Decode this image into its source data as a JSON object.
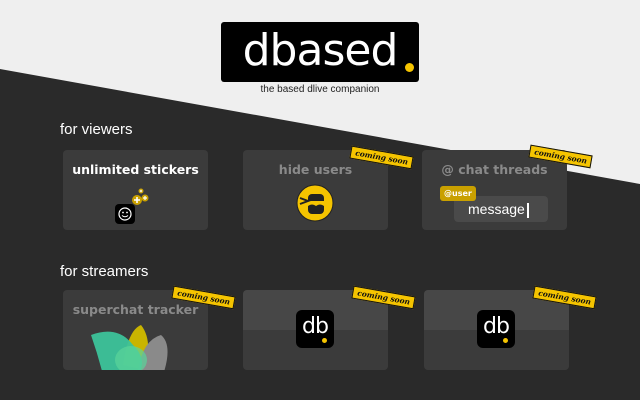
{
  "brand": {
    "name": "dbased",
    "tagline": "the based dlive companion",
    "accent": "#f5c400"
  },
  "sections": {
    "viewers": "for viewers",
    "streamers": "for streamers"
  },
  "viewer_cards": [
    {
      "title": "unlimited stickers",
      "icon": "smiley-sticker-icon",
      "coming_soon": false
    },
    {
      "title": "hide users",
      "icon": "hide-user-icon",
      "coming_soon": true
    },
    {
      "title": "@ chat threads",
      "icon": "chat-thread-icon",
      "coming_soon": true
    }
  ],
  "chat_demo": {
    "mention": "@user",
    "message": "message"
  },
  "streamer_cards": [
    {
      "title": "superchat tracker",
      "icon": "superchat-chart-icon",
      "coming_soon": true
    },
    {
      "title": "",
      "icon": "dbased-logo-icon",
      "coming_soon": true
    },
    {
      "title": "",
      "icon": "dbased-logo-icon",
      "coming_soon": true
    }
  ],
  "badge": {
    "coming_soon": "coming soon"
  },
  "tile_text": "db"
}
